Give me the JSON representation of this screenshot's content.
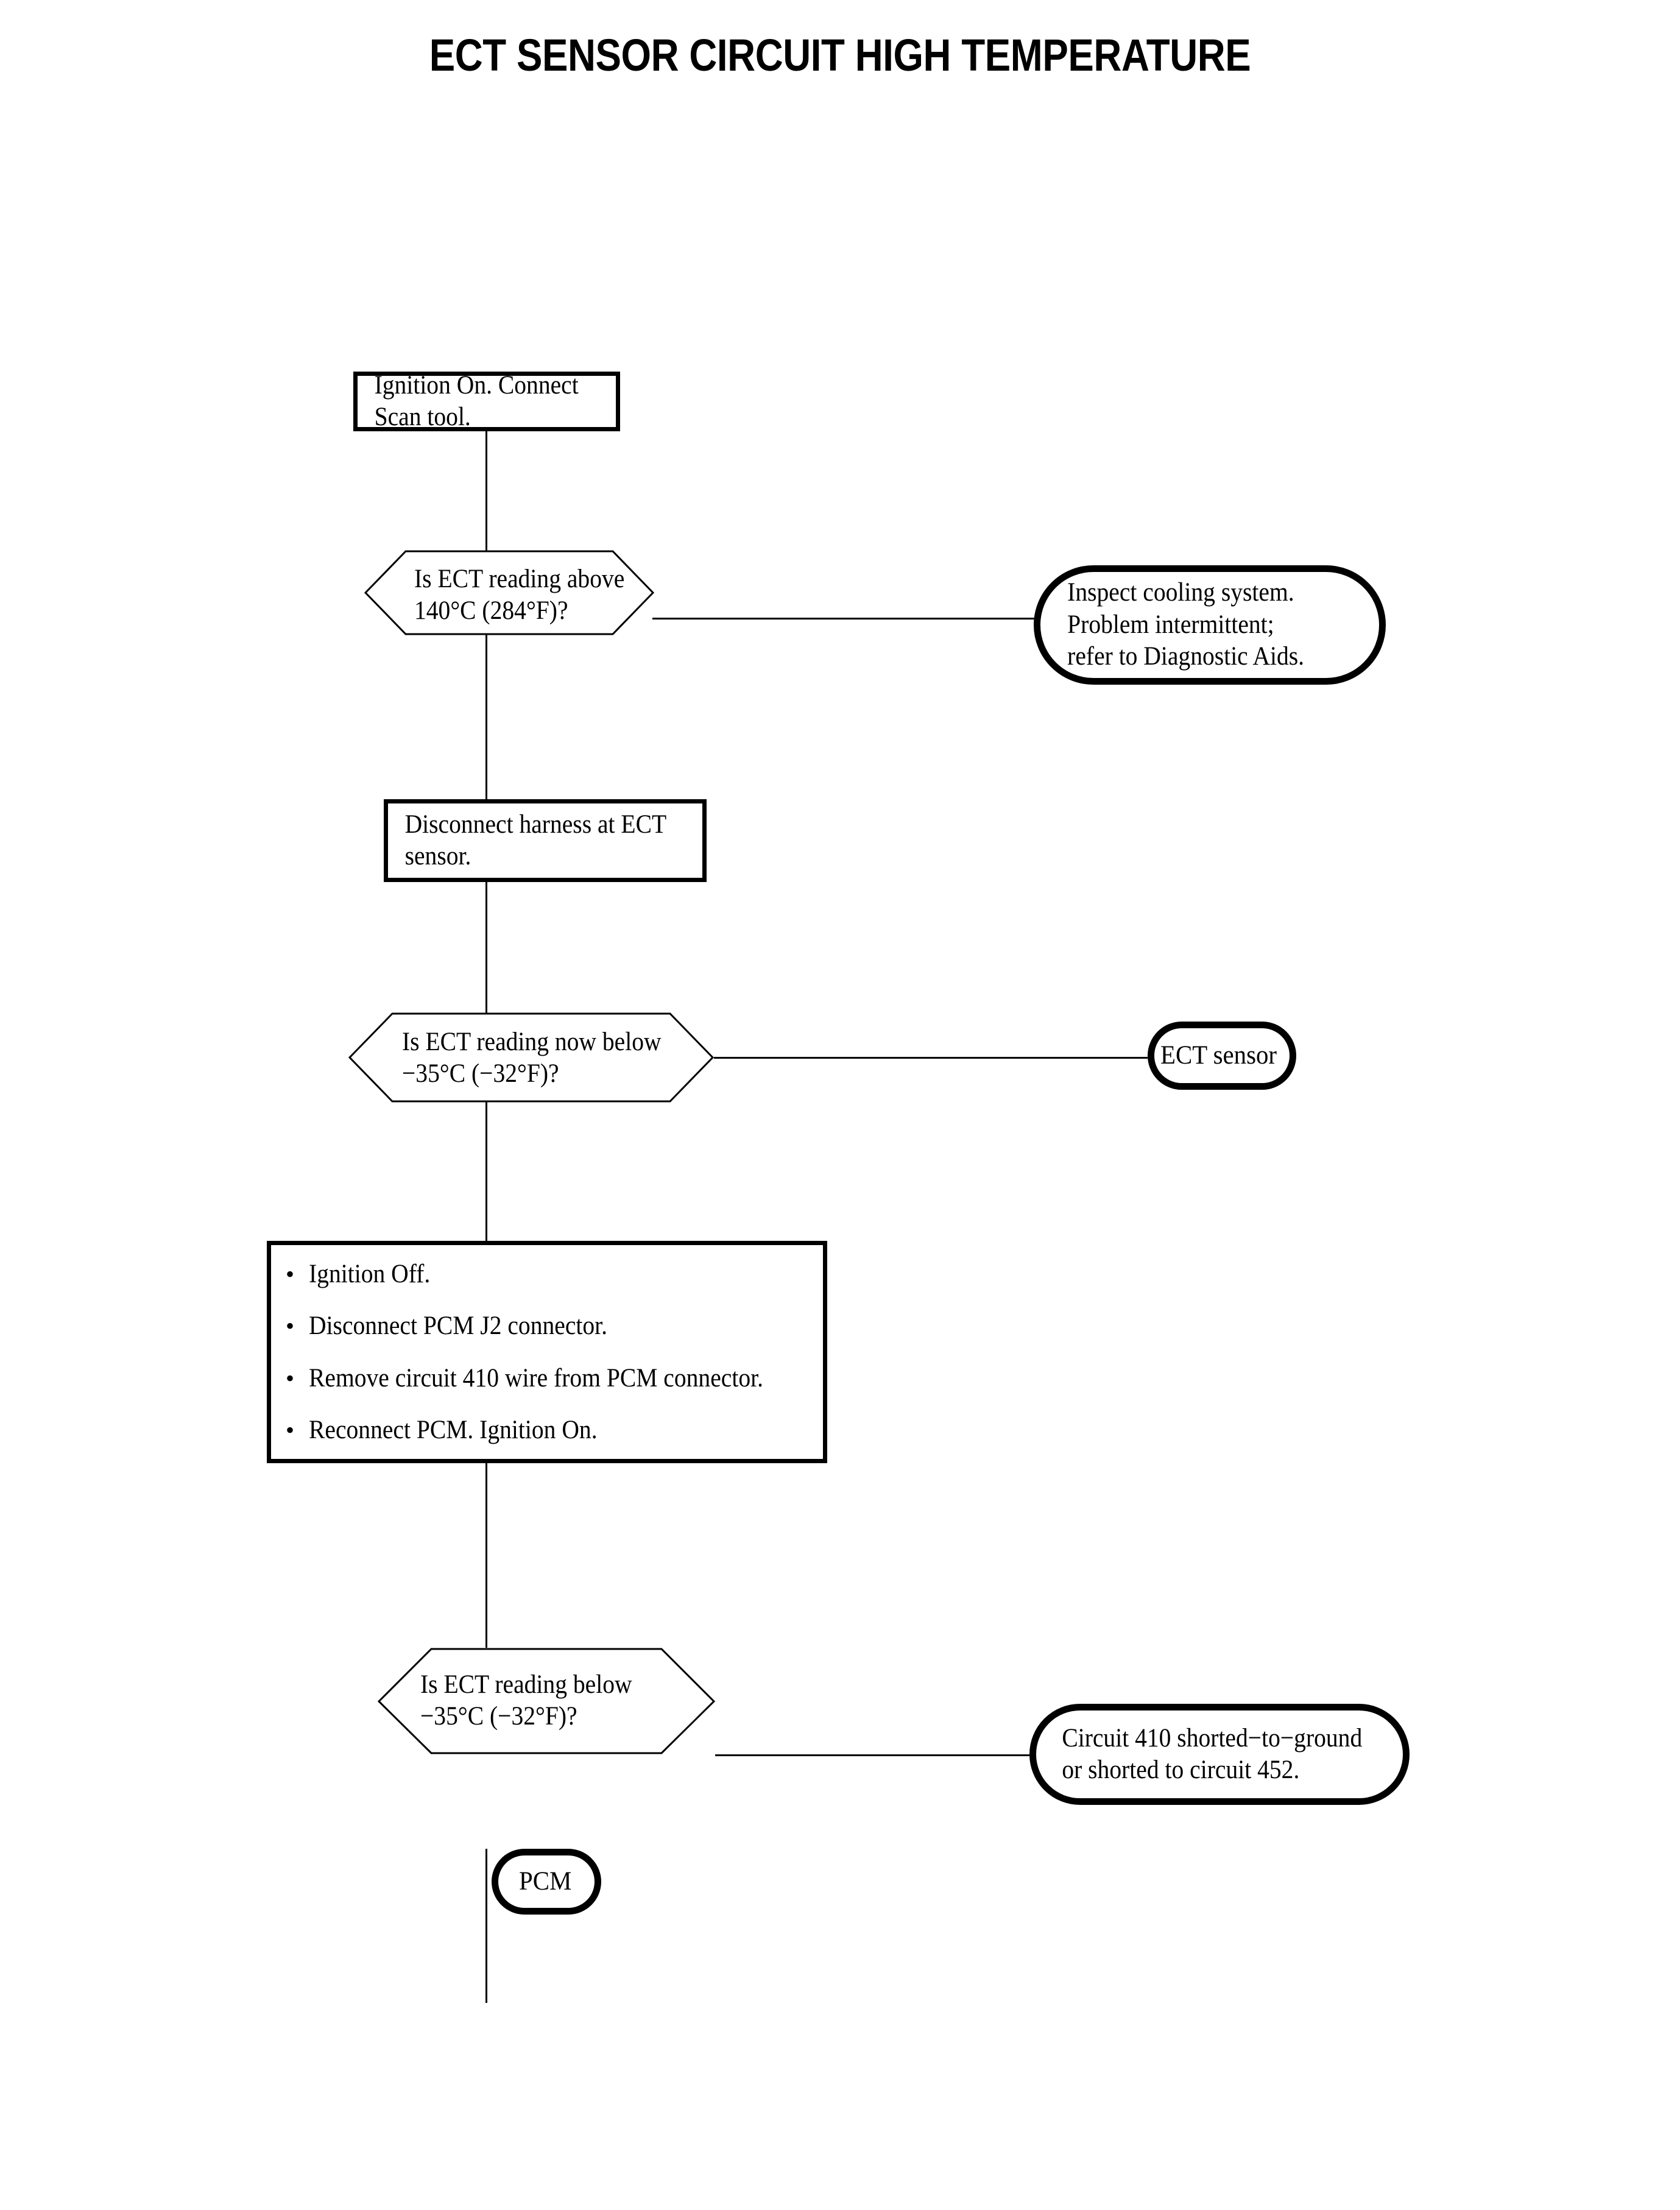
{
  "title": "ECT SENSOR CIRCUIT HIGH TEMPERATURE",
  "colors": {
    "background": "#ffffff",
    "line": "#000000",
    "text": "#000000"
  },
  "nodes": {
    "start_step": {
      "shape": "process",
      "text": "Ignition On. Connect Scan tool."
    },
    "decision_1": {
      "shape": "decision",
      "text": "Is ECT reading above\n140°C (284°F)?"
    },
    "result_1": {
      "shape": "terminator",
      "text": "Inspect cooling system.\nProblem intermittent;\nrefer to Diagnostic Aids."
    },
    "step_2": {
      "shape": "process",
      "text": "Disconnect harness at ECT\nsensor."
    },
    "decision_2": {
      "shape": "decision",
      "text": "Is ECT reading now below\n−35°C (−32°F)?"
    },
    "result_2": {
      "shape": "terminator",
      "text": "ECT sensor"
    },
    "step_3": {
      "shape": "process-list",
      "bullet_glyph": "•",
      "items": [
        "Ignition Off.",
        "Disconnect PCM J2 connector.",
        "Remove circuit 410 wire from PCM connector.",
        "Reconnect PCM. Ignition On."
      ]
    },
    "decision_3": {
      "shape": "decision",
      "text": "Is ECT reading below\n−35°C (−32°F)?"
    },
    "result_3": {
      "shape": "terminator",
      "text": "Circuit 410 shorted−to−ground\nor shorted to circuit 452."
    },
    "result_4": {
      "shape": "terminator",
      "text": "PCM"
    }
  }
}
